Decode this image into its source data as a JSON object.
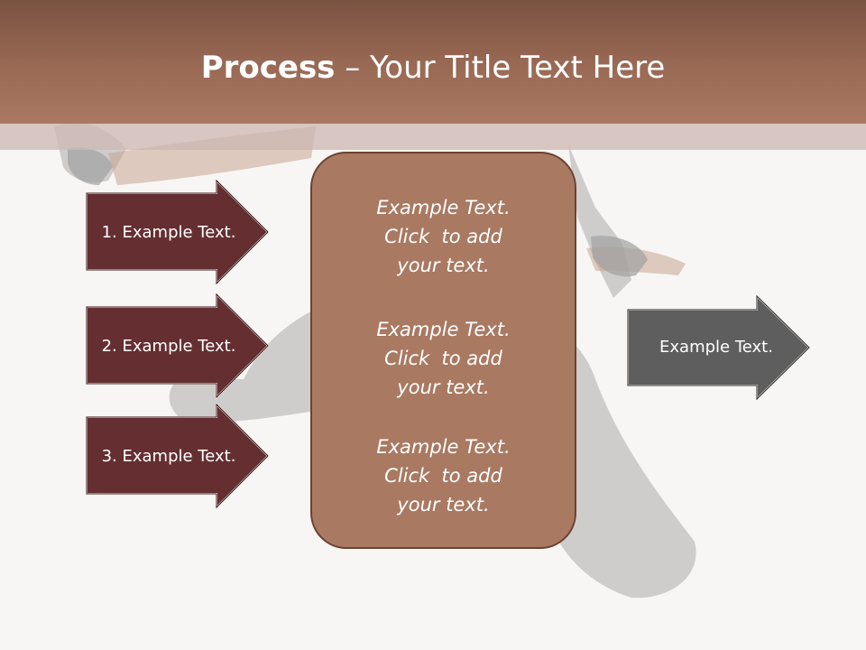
{
  "title": {
    "bold": "Process",
    "rest": " – Your Title Text Here"
  },
  "left_arrows": [
    {
      "label": "1. Example Text."
    },
    {
      "label": "2. Example Text."
    },
    {
      "label": "3. Example Text."
    }
  ],
  "center_box": {
    "blocks": [
      {
        "lines": [
          "Example Text.",
          "Click  to add",
          "your text."
        ]
      },
      {
        "lines": [
          "Example Text.",
          "Click  to add",
          "your text."
        ]
      },
      {
        "lines": [
          "Example Text.",
          "Click  to add",
          "your text."
        ]
      }
    ]
  },
  "right_arrow": {
    "label": "Example Text."
  },
  "colors": {
    "title_bar": "#9a6a55",
    "left_arrow_fill": "#652f31",
    "center_box_fill": "#a97962",
    "right_arrow_fill": "#5e5e5e"
  }
}
